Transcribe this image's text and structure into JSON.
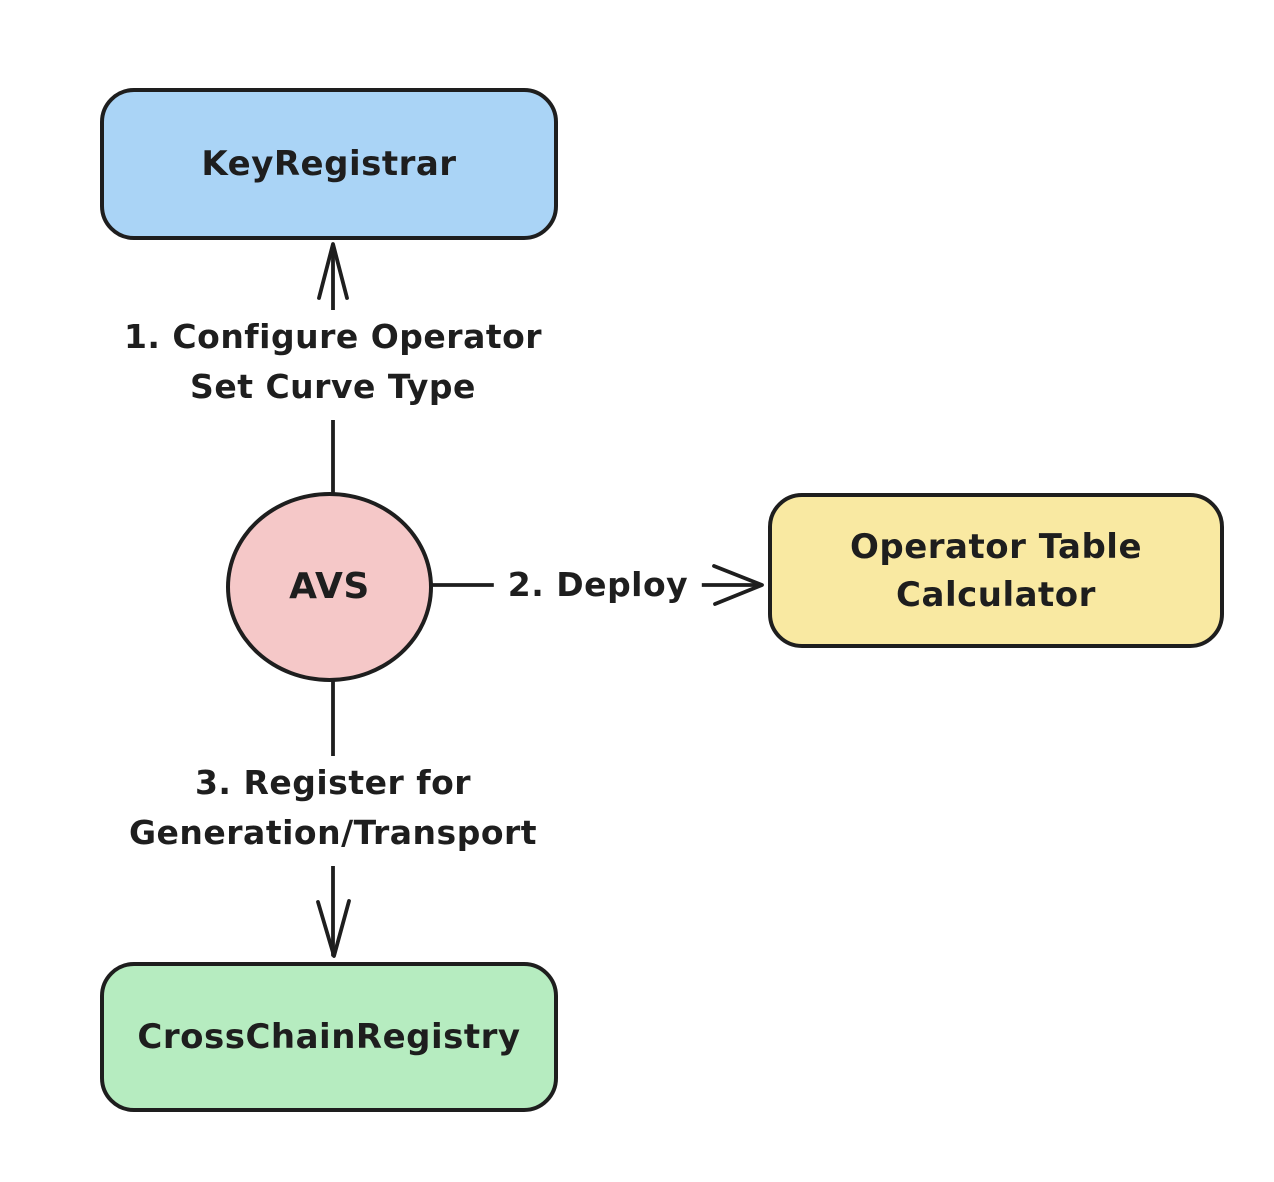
{
  "diagram": {
    "background_color": "#ffffff",
    "stroke_color": "#1e1e1e",
    "nodes": {
      "key_registrar": {
        "label": "KeyRegistrar",
        "shape": "rounded-rect",
        "fill_color": "#aad4f6"
      },
      "avs": {
        "label": "AVS",
        "shape": "ellipse",
        "fill_color": "#f5c8c8"
      },
      "operator_table_calculator": {
        "label_lines": [
          "Operator Table",
          "Calculator"
        ],
        "shape": "rounded-rect",
        "fill_color": "#f9e9a2"
      },
      "cross_chain_registry": {
        "label": "CrossChainRegistry",
        "shape": "rounded-rect",
        "fill_color": "#b6ecc0"
      }
    },
    "edges": [
      {
        "from": "avs",
        "to": "key_registrar",
        "direction": "up",
        "label_lines": [
          "1. Configure Operator",
          "Set Curve Type"
        ]
      },
      {
        "from": "avs",
        "to": "operator_table_calculator",
        "direction": "right",
        "label_lines": [
          "2. Deploy"
        ]
      },
      {
        "from": "avs",
        "to": "cross_chain_registry",
        "direction": "down",
        "label_lines": [
          "3. Register for",
          "Generation/Transport"
        ]
      }
    ]
  }
}
